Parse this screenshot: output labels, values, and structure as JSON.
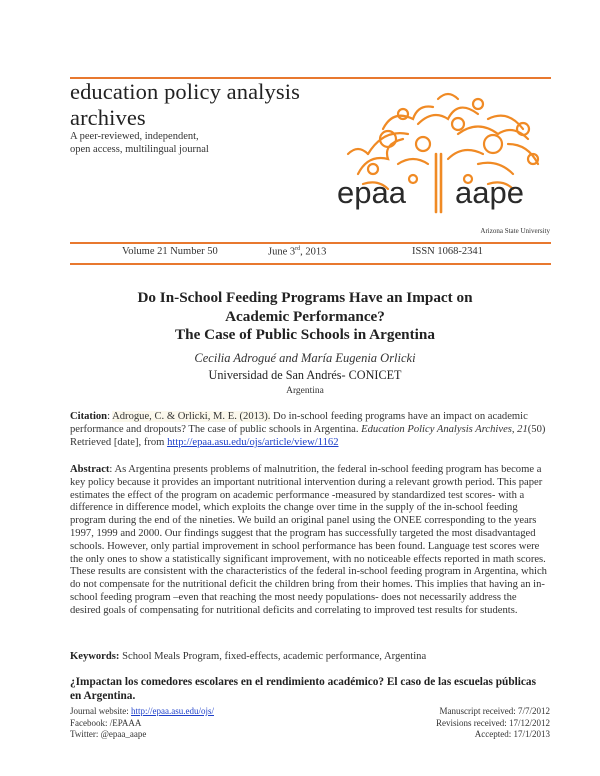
{
  "header": {
    "journal_name_line1": "education policy analysis",
    "journal_name_line2": "archives",
    "tagline_line1": "A peer-reviewed, independent,",
    "tagline_line2": "open access, multilingual journal",
    "logo_left": "epaa",
    "logo_right": "aape",
    "institution": "Arizona State University",
    "accent_color": "#e8782f"
  },
  "issue": {
    "volume": "Volume 21 Number 50",
    "date_prefix": "June 3",
    "date_suffix": "rd",
    "date_year": ", 2013",
    "issn": "ISSN 1068-2341"
  },
  "article": {
    "title_line1": "Do In-School Feeding Programs Have an Impact on",
    "title_line2": "Academic Performance?",
    "title_line3": "The Case of Public Schools in Argentina",
    "authors": "Cecilia Adrogué and María Eugenia Orlicki",
    "affiliation": "Universidad de San Andrés- CONICET",
    "country": "Argentina"
  },
  "citation": {
    "label": "Citation",
    "authors_highlight": "Adrogue, C. & Orlicki, M. E. (2013).",
    "text": " Do in-school feeding programs have an impact on academic performance and dropouts? The case of public schools in Argentina. ",
    "journal_italic": "Education Policy Analysis Archives, 21",
    "issue_text": "(50) Retrieved [date], from ",
    "url": "http://epaa.asu.edu/ojs/article/view/1162"
  },
  "abstract": {
    "label": "Abstract",
    "text": "As Argentina presents problems of malnutrition, the federal in-school feeding program has become a key policy because it provides an important nutritional intervention during a relevant growth period.  This paper estimates the effect of the program on academic performance -measured by standardized test scores- with a difference in difference model, which exploits the change over time in the supply of the in-school feeding program during the end of the nineties. We build an original panel using the ONEE corresponding to the years 1997, 1999 and 2000. Our findings suggest that the program has successfully targeted the most disadvantaged schools. However, only partial improvement in school performance has been found. Language test scores were the only ones to show a statistically significant improvement, with no noticeable effects reported in math scores. These results are consistent with the characteristics of the federal in-school feeding program in Argentina, which do not compensate for the nutritional deficit the children bring from their homes. This implies that having an in-school feeding program –even that reaching the most needy populations- does not necessarily address the desired goals of compensating for nutritional deficits and correlating to improved test results for students."
  },
  "keywords": {
    "label": "Keywords:",
    "text": "School Meals Program, fixed-effects, academic performance, Argentina"
  },
  "spanish_title": "¿Impactan los comedores escolares en el rendimiento académico? El caso de las escuelas públicas en Argentina.",
  "footer": {
    "website_label": "Journal website: ",
    "website_url": "http://epaa.asu.edu/ojs/",
    "facebook": "Facebook: /EPAAA",
    "twitter": "Twitter: @epaa_aape",
    "manuscript_received": "Manuscript received: 7/7/2012",
    "revisions_received": "Revisions received: 17/12/2012",
    "accepted": "Accepted: 17/1/2013"
  }
}
